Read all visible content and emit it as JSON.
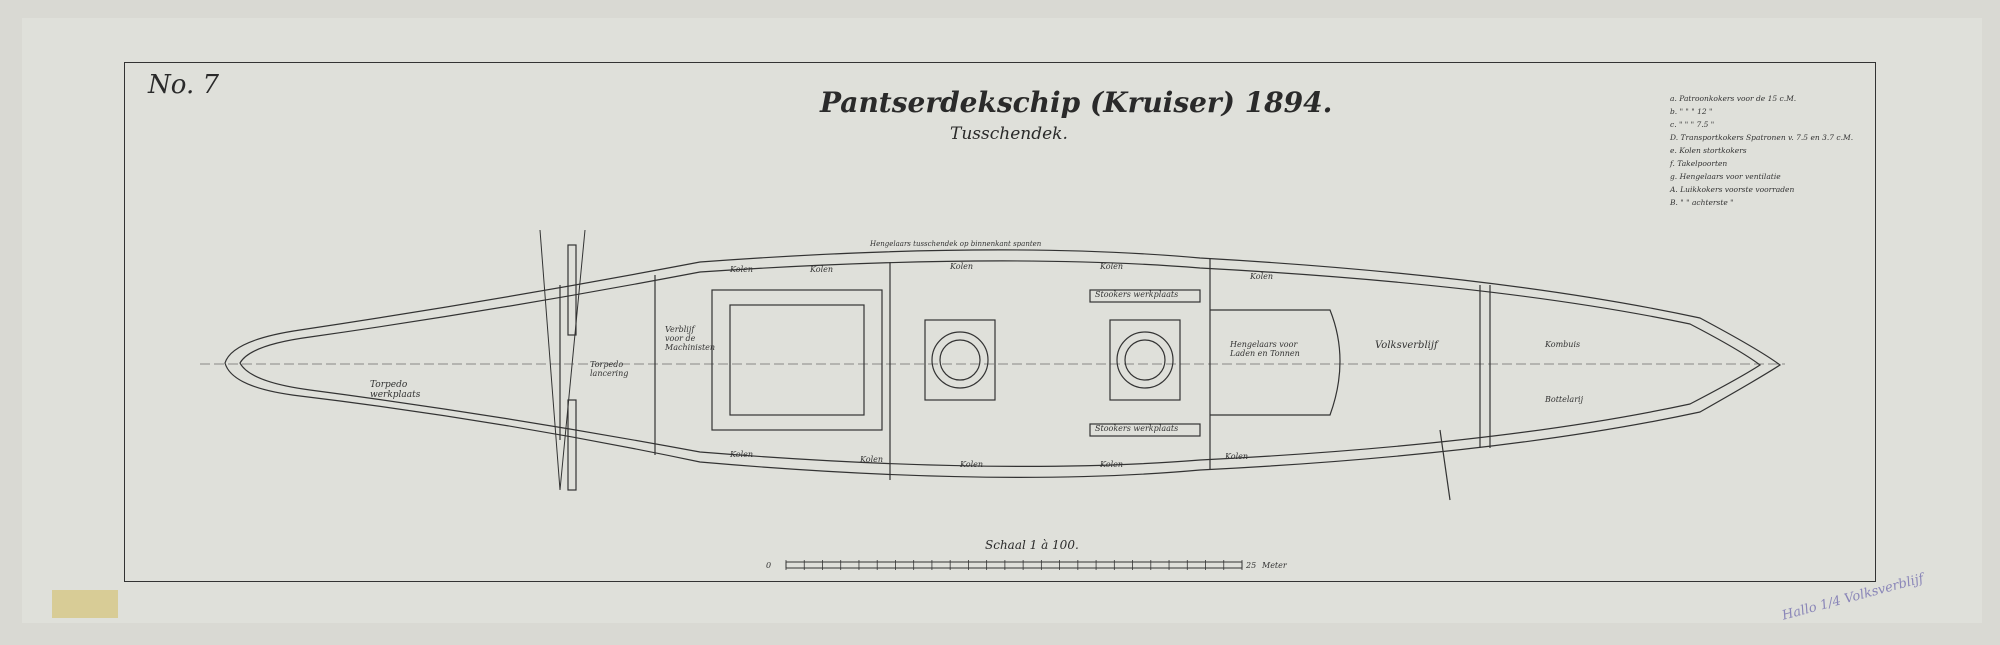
{
  "sheet_number": "No. 7",
  "title": "Pantserdekschip (Kruiser) 1894.",
  "subtitle": "Tusschendek.",
  "legend": [
    "a. Patroonkokers voor de 15 c.M.",
    "b.  \"   \"   \"   12  \"",
    "c.  \"   \"   \"   7.5 \"",
    "D. Transportkokers Spatronen v. 7.5 en 3.7 c.M.",
    "e. Kolen stortkokers",
    "f. Takelpoorten",
    "g. Hengelaars voor ventilatie",
    "A. Luikkokers voorste voorraden",
    "B.  \"   \"   achterste \""
  ],
  "scale": {
    "label": "Schaal 1 à 100.",
    "unit": "Meter",
    "start": "0",
    "end": "25"
  },
  "compartments": {
    "coal": "Kolen",
    "crew_quarters": "Volksverblijf",
    "torpedo_workshop": "Torpedo werkplaats",
    "torpedo_room": "Torpedo lancering",
    "machinists": "Verblijf voor de Machinisten",
    "hengelaars": "Hengelaars voor Laden en Tonnen",
    "officers": "Stookers werkplaats",
    "top_note": "Hengelaars tusschendek op binnenkant spanten",
    "bottleship": "Bottelarij",
    "galley": "Kombuis"
  },
  "annotation": "Hallo 1/4 Volksverblijf",
  "colors": {
    "paper": "#dfe0da",
    "ink": "#2a2a2a",
    "stamp": "#d8cc96"
  }
}
